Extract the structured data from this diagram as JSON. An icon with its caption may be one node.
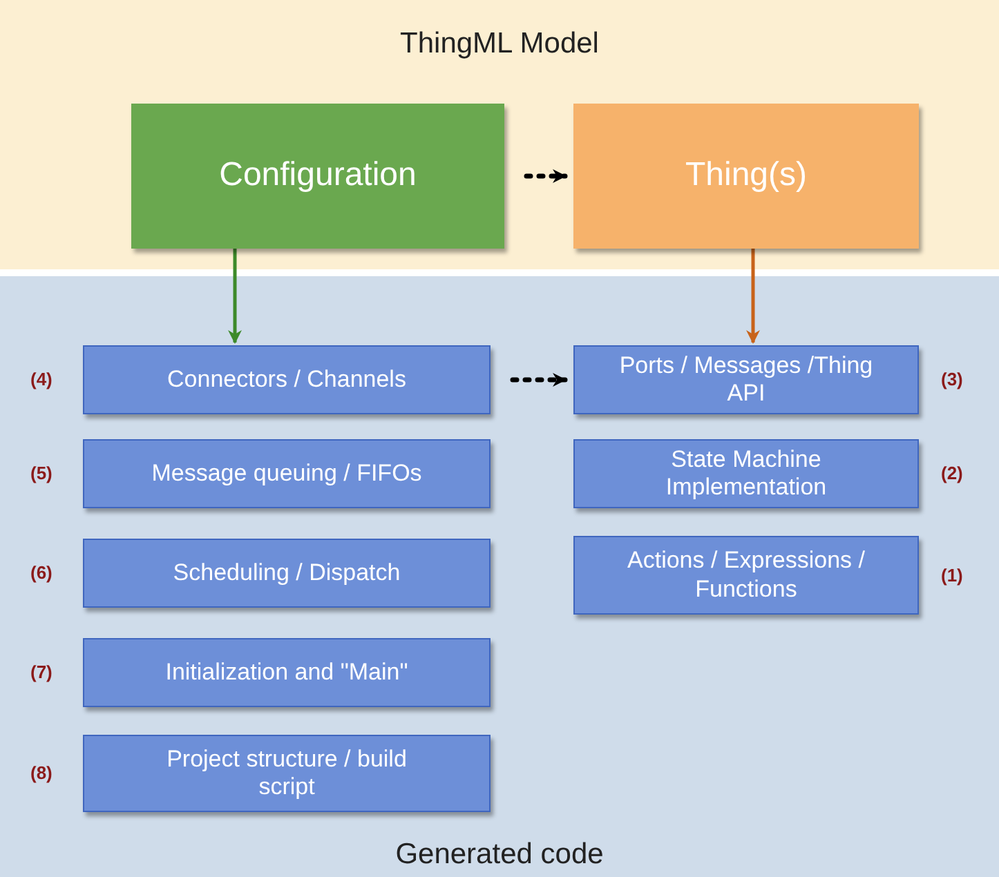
{
  "diagram": {
    "nodes": [
      {
        "text": [
          "ThingML Model"
        ]
      },
      {
        "text": [
          "Configuration"
        ],
        "in": 0
      },
      {
        "text": [
          "Thing(s)"
        ],
        "in": 0
      },
      {
        "text": [
          "Generated code"
        ]
      },
      {
        "text": [
          "Connectors / Channels"
        ],
        "in": 3,
        "beside": [
          "(4)"
        ]
      },
      {
        "text": [
          "Ports / Messages /Thing API"
        ],
        "in": 3,
        "beside": [
          "(3)"
        ]
      },
      {
        "text": [
          "Message queuing / FIFOs"
        ],
        "in": 3,
        "beside": [
          "(5)"
        ]
      },
      {
        "text": [
          "State Machine Implementation"
        ],
        "in": 3,
        "beside": [
          "(2)"
        ]
      },
      {
        "text": [
          "Scheduling / Dispatch"
        ],
        "in": 3,
        "beside": [
          "(6)"
        ]
      },
      {
        "text": [
          "Actions / Expressions / Functions"
        ],
        "in": 3,
        "beside": [
          "(1)"
        ]
      },
      {
        "text": [
          "Initialization and \"Main\""
        ],
        "in": 3,
        "beside": [
          "(7)"
        ]
      },
      {
        "text": [
          "Project structure / build script"
        ],
        "in": 3,
        "beside": [
          "(8)"
        ]
      }
    ],
    "edges": [
      {
        "from": 1,
        "to": 2,
        "arrow": "to",
        "style": "dashed",
        "color": "#000000"
      },
      {
        "from": 1,
        "to": 4,
        "arrow": "to",
        "color": "#3d8a2a"
      },
      {
        "from": 2,
        "to": 5,
        "arrow": "to",
        "color": "#c8631a"
      },
      {
        "from": 4,
        "to": 5,
        "arrow": "to",
        "style": "dashed",
        "color": "#000000"
      }
    ]
  }
}
